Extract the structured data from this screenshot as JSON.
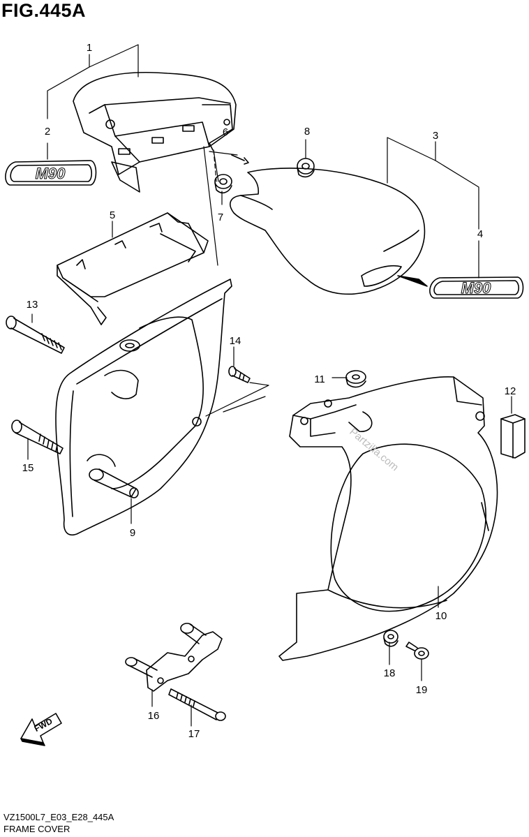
{
  "figure": {
    "title": "FIG.445A",
    "diagram_code": "VZ1500L7_E03_E28_445A",
    "diagram_name": "FRAME COVER"
  },
  "emblem_text": "M90",
  "fwd_label": "FWD",
  "watermark": "Partzilla.com",
  "callouts": [
    "1",
    "2",
    "3",
    "4",
    "5",
    "6",
    "7",
    "8",
    "9",
    "10",
    "11",
    "12",
    "13",
    "14",
    "15",
    "16",
    "17",
    "18",
    "19"
  ]
}
